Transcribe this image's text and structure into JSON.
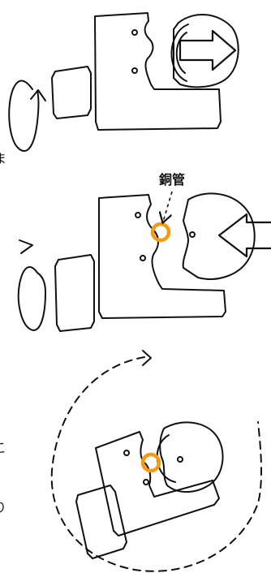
{
  "labels": {
    "copper_pipe": "銅管",
    "margin_glyph_1": "ま",
    "margin_glyph_2": "こ",
    "margin_glyph_3": "り"
  },
  "colors": {
    "ink": "#111111",
    "copper_ring": "#f39c12",
    "background": "#ffffff"
  }
}
